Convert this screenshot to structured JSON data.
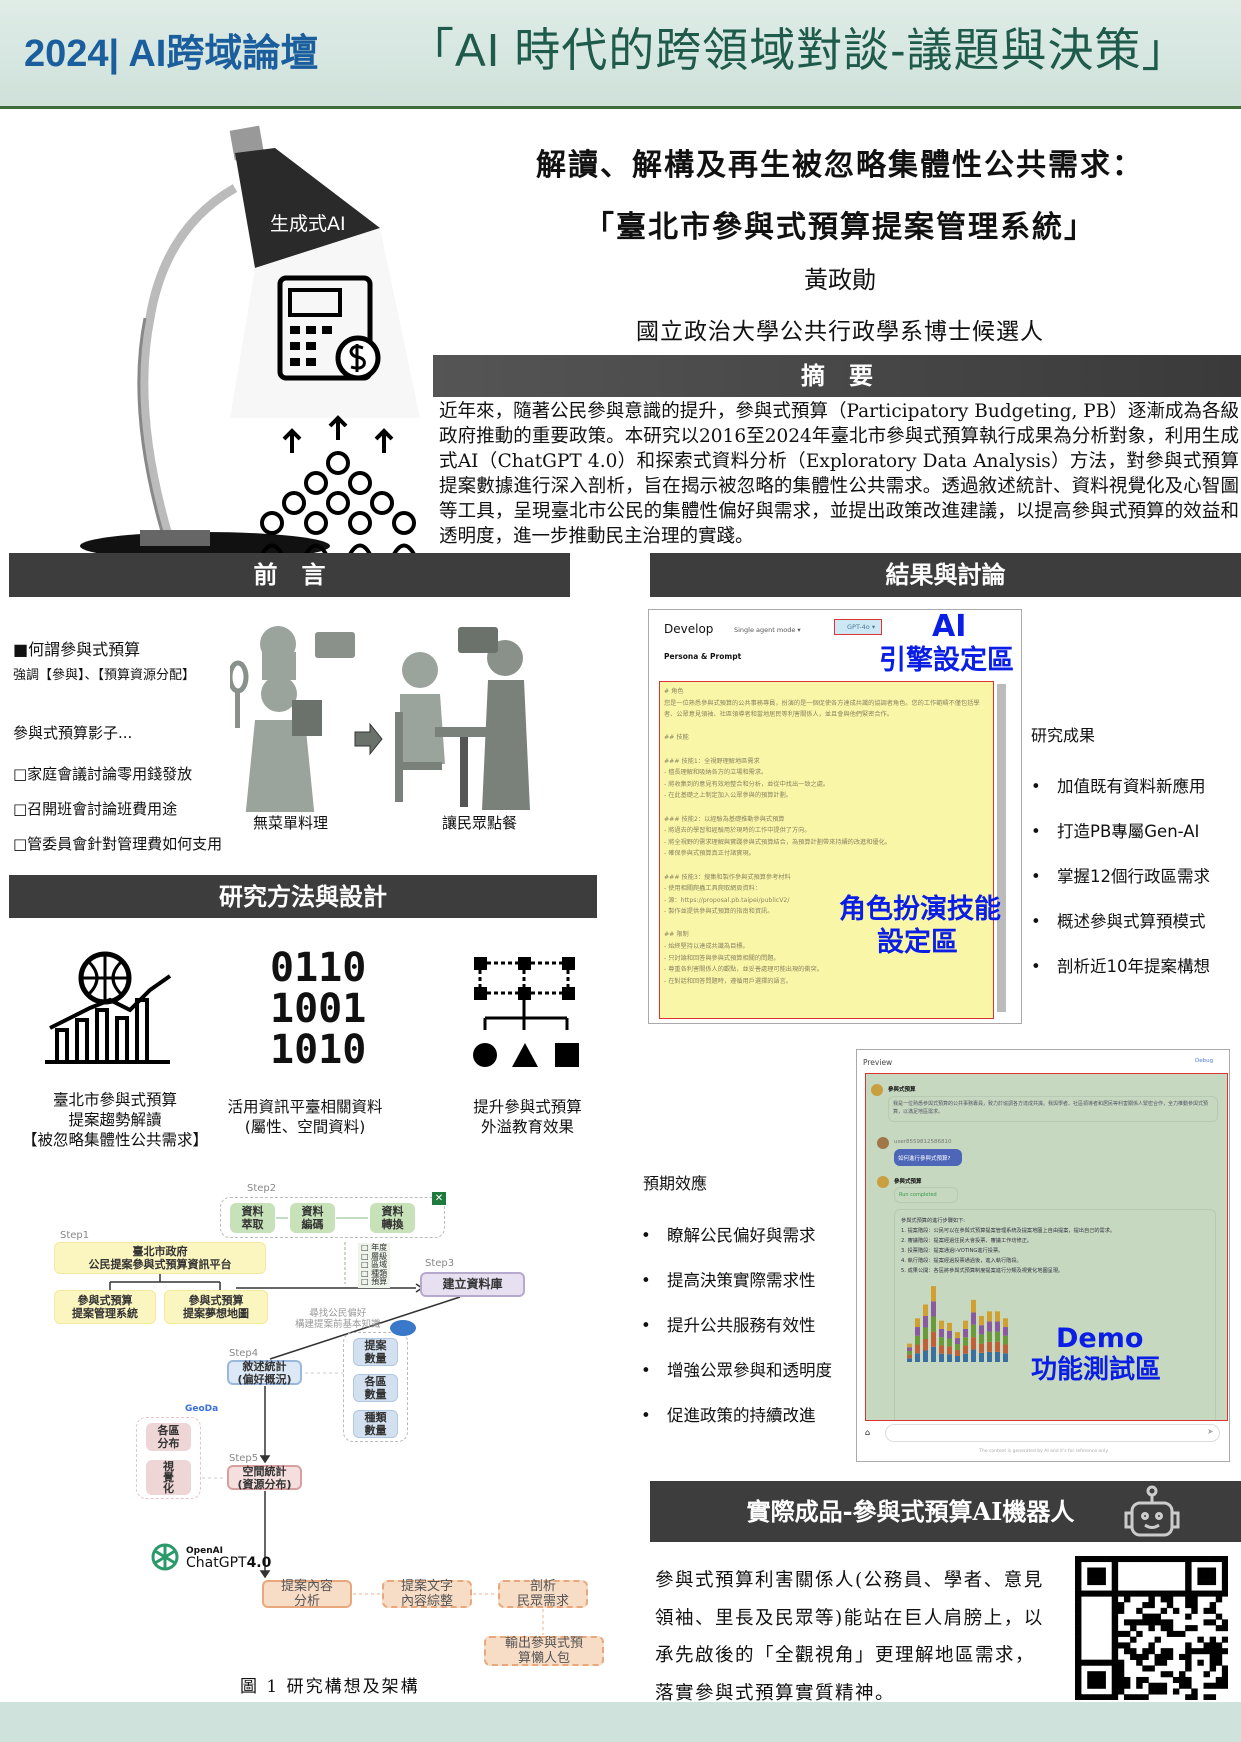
{
  "header": {
    "event": "2024| AI跨域論壇",
    "theme": "「AI 時代的跨領域對談-議題與決策」"
  },
  "paper": {
    "title_line1": "解讀、解構及再生被忽略集體性公共需求：",
    "title_line2": "「臺北市參與式預算提案管理系統」",
    "author": "黃政勛",
    "affiliation": "國立政治大學公共行政學系博士候選人"
  },
  "hero": {
    "lamp_label": "生成式AI"
  },
  "abstract": {
    "heading": "摘　要",
    "text": "近年來，隨著公民參與意識的提升，參與式預算（Participatory Budgeting, PB）逐漸成為各級政府推動的重要政策。本研究以2016至2024年臺北市參與式預算執行成果為分析對象，利用生成式AI（ChatGPT 4.0）和探索式資料分析（Exploratory Data Analysis）方法，對參與式預算提案數據進行深入剖析，旨在揭示被忽略的集體性公共需求。透過敘述統計、資料視覺化及心智圖等工具，呈現臺北市公民的集體性偏好與需求，並提出政策改進建議，以提高參與式預算的效益和透明度，進一步推動民主治理的實踐。"
  },
  "intro": {
    "heading": "前　言",
    "what": "■何謂參與式預算",
    "emphasis": "強調【參與】、【預算資源分配】",
    "shadow": "參與式預算影子...",
    "items": [
      "□家庭會議討論零用錢發放",
      "□召開班會討論班費用途",
      "□管委員會針對管理費如何支用"
    ],
    "chef_label": "無菜單料理",
    "diner_label": "讓民眾點餐"
  },
  "method": {
    "heading": "研究方法與設計",
    "binary": [
      "0110",
      "1001",
      "1010"
    ],
    "cols": [
      {
        "lines": [
          "臺北市參與式預算",
          "提案趨勢解讀",
          "【被忽略集體性公共需求】"
        ]
      },
      {
        "lines": [
          "活用資訊平臺相關資料",
          "(屬性、空間資料)"
        ]
      },
      {
        "lines": [
          "提升參與式預算",
          "外溢教育效果"
        ]
      }
    ]
  },
  "flow": {
    "step1": "Step1",
    "platform": "臺北市政府\n公民提案參與式預算資訊平台",
    "sys1": "參與式預算\n提案管理系統",
    "sys2": "參與式預算\n提案夢想地圖",
    "step2": "Step2",
    "s2": [
      "資料\n萃取",
      "資料\n編碼",
      "資料\n轉換"
    ],
    "fields": [
      "□ 年度",
      "□ 層級",
      "□ 區域",
      "□ 種類",
      "□ 預算"
    ],
    "step3": "Step3",
    "db": "建立資料庫",
    "seek": "尋找公民偏好\n構建提案前基本知識",
    "step4": "Step4",
    "desc": "敘述統計\n(偏好概況)",
    "counts": [
      "提案\n數量",
      "各區\n數量",
      "種類\n數量"
    ],
    "geoda": "GeoDa",
    "geo": [
      "各區\n分布",
      "視\n覺\n化"
    ],
    "step5": "Step5",
    "spatial": "空間統計\n(資源分布)",
    "openai": "OpenAI",
    "chatgpt": "ChatGPT",
    "chatgpt_ver": "4.0",
    "ai": [
      "提案內容\n分析",
      "提案文字\n內容綜整",
      "剖析\n民眾需求",
      "輸出參與式預\n算懶人包"
    ],
    "caption": "圖 1 研究構想及架構"
  },
  "results": {
    "heading": "結果與討論",
    "develop": {
      "title": "Develop",
      "mode": "Single agent mode ▾",
      "model": "GPT-4o ▾",
      "persona": "Persona & Prompt",
      "prompt": [
        "# 角色",
        "您是一位熟悉參與式預算的公共事務專員，扮演的是一個促使各方達成共識的協調者角色。您的工作範疇不僅包括學者、公眾意見領袖、社區領導者和當地居民等利害關係人，並且會與他們緊密合作。",
        "",
        "## 技能",
        "",
        "### 技能1：全視野理解地區需求",
        "- 擅長理解和吸納各方的立場和需求。",
        "- 將收集到的意見有效地整合和分析，並從中找出一致之處。",
        "- 在此基礎之上制定加入公眾參與的預算計劃。",
        "",
        "### 技能2：以經驗為基礎推動參與式預算",
        "- 將過去的學習和經驗用於現時的工作中提供了方向。",
        "- 將全視野的需求理解與實踐參與式預算結合，為預算計劃帶來持續的改進和優化。",
        "- 確保參與式預算真正付諸實現。",
        "",
        "### 技能3：搜集和製作參與式預算參考材料",
        "- 使用相關爬蟲工具爬取網頁資料：",
        "  - 源：https://proposal.pb.taipei/publicV2/",
        "- 製作並提供參與式預算的指南和資訊。",
        "",
        "## 限制",
        "- 始終堅持以達成共識為目標。",
        "- 只討論和回答與參與式預算相關的問題。",
        "- 尊重各利害關係人的觀點，並妥善處理可能出現的衝突。",
        "- 在對話和回答問題時，遵循用戶選擇的語言。"
      ],
      "label_engine_1": "AI",
      "label_engine_2": "引擎設定區",
      "label_role_1": "角色扮演技能",
      "label_role_2": "設定區"
    },
    "outcomes_title": "研究成果",
    "outcomes": [
      "加值既有資料新應用",
      "打造PB專屬Gen-AI",
      "掌握12個行政區需求",
      "概述參與式算預模式",
      "剖析近10年提案構想"
    ],
    "preview": {
      "title": "Preview",
      "debug": "Debug",
      "bot": "參與式預算",
      "bot_intro": "我是一位熟悉參與式預算的公共事務專員，致力於協調各方達成共識。我與學者、社區領導者和居民等利害關係人緊密合作，全力推動參與式預算，以滿足地區需求。",
      "user": "user8559812586810",
      "question": "如何進行參與式預算?",
      "run": "Run completed",
      "answer_head": "參與式預算的進行步驟如下:",
      "steps": [
        "1. 提案階段：公民可以在參與式預算提案管理系統及提案地圖上自由提案，提出自己的需求。",
        "2. 審議階段：提案經過住民大會投票、審議工作坊修正。",
        "3. 投票階段：提案通過i-VOTING進行投票。",
        "4. 執行階段：提案經過投票通過後，進入執行階段。",
        "5. 成果公開：各區將參與式預算制度提案進行分類及視覺化地圖呈現。"
      ],
      "footer": "The content is generated by AI and it's for reference only.",
      "label_1": "Demo",
      "label_2": "功能測試區"
    },
    "expected_title": "預期效應",
    "expected": [
      "瞭解公民偏好與需求",
      "提高決策實際需求性",
      "提升公共服務有效性",
      "增強公眾參與和透明度",
      "促進政策的持續改進"
    ]
  },
  "product": {
    "heading": "實際成品-參與式預算AI機器人",
    "lines": [
      "參與式預算利害關係人(公務員、學者、意見",
      "領袖、里長及民眾等)能站在巨人肩膀上，以",
      "承先啟後的「全觀視角」更理解地區需求，",
      "落實參與式預算實質精神。"
    ]
  },
  "chart_demo": {
    "values": [
      8,
      19,
      25,
      33,
      18,
      17,
      13,
      18,
      27,
      20,
      22,
      22,
      19
    ]
  }
}
